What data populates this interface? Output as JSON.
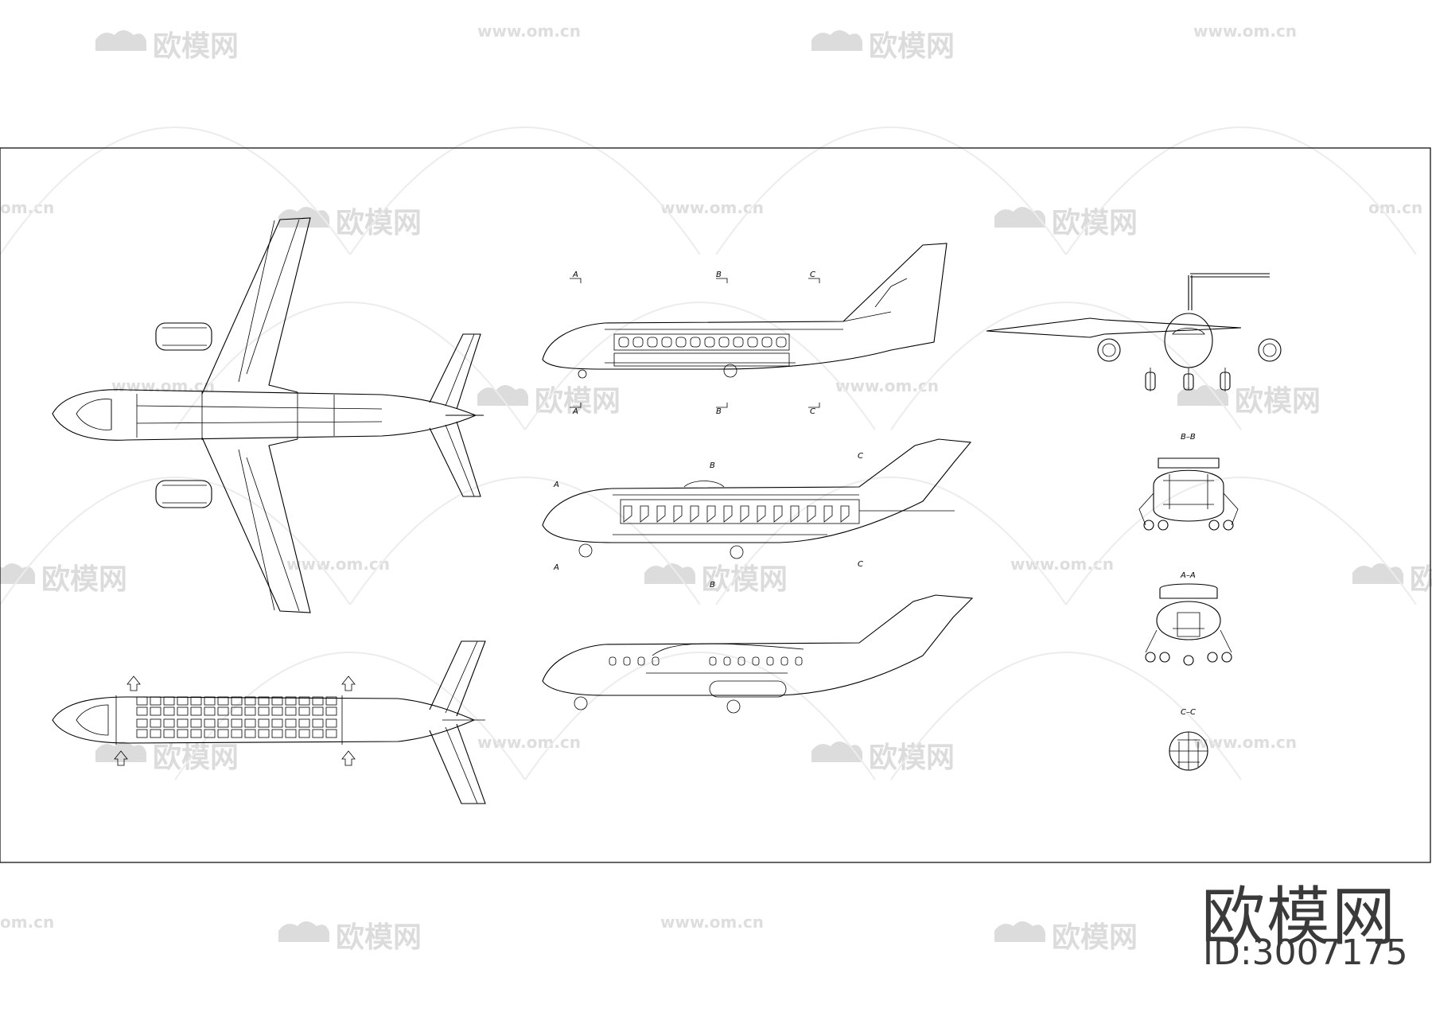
{
  "watermark": {
    "brand": "欧模网",
    "url": "www.om.cn",
    "url_fragment": "om.cn",
    "brand_fragment": "欧模网"
  },
  "views": {
    "top_view": "plan view",
    "cabin_layout": "cabin seating plan",
    "side_view_1": "side section 1",
    "side_view_2": "side section 2",
    "side_view_3": "side exterior",
    "front_view": "front view"
  },
  "section_labels": {
    "bb": "B–B",
    "aa": "A–A",
    "cc": "C–C",
    "a": "A",
    "b": "B",
    "c": "C"
  },
  "footer": {
    "brand": "欧模网",
    "id": "ID:3007175"
  }
}
